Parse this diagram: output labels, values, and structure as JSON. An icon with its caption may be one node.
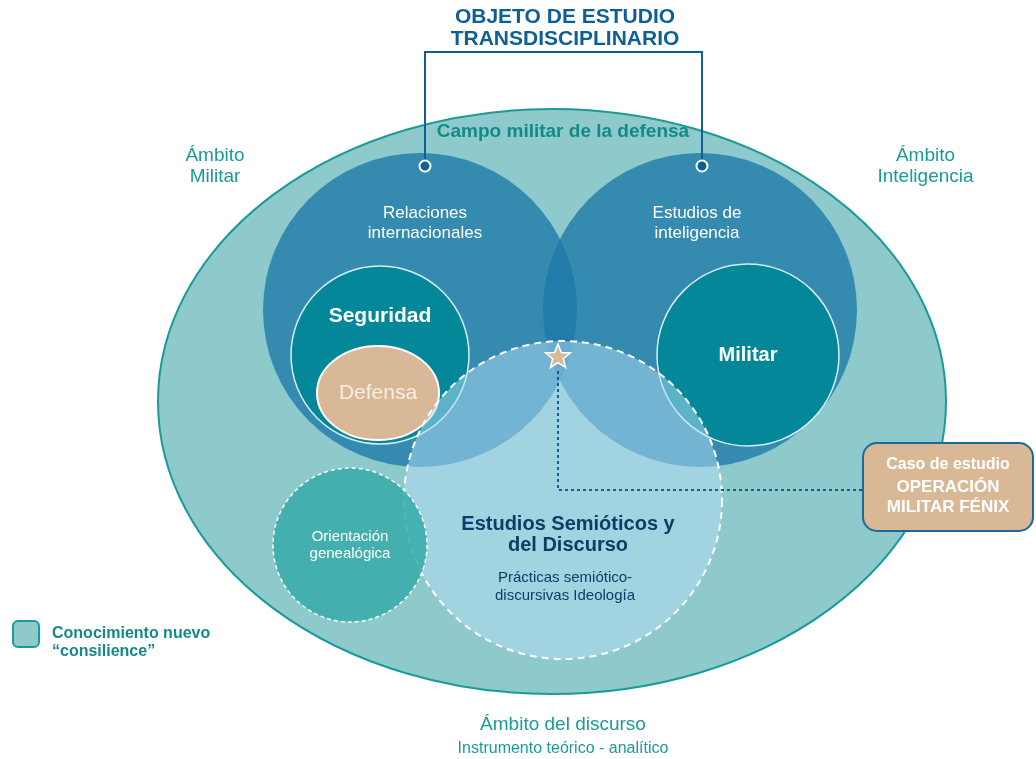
{
  "diagram": {
    "nodes": [
      {
        "text": [
          "Campo militar de la defensa"
        ]
      },
      {
        "text": [
          "Relaciones internacionales"
        ],
        "in": 0
      },
      {
        "text": [
          "Seguridad"
        ],
        "in": 1
      },
      {
        "text": [
          "Defensa"
        ],
        "in": 2
      },
      {
        "text": [
          "Estudios de inteligencia"
        ],
        "in": 0
      },
      {
        "text": [
          "Militar"
        ],
        "in": 4
      },
      {
        "text": [
          "Estudios Semióticos y del Discurso",
          "Prácticas semiótico-discursivas Ideología"
        ],
        "in": 0
      },
      {
        "text": [
          "Orientación genealógica"
        ],
        "in": 0
      },
      {
        "text": [
          "OBJETO DE ESTUDIO TRANSDISCIPLINARIO"
        ]
      },
      {
        "text": [],
        "shape": "star"
      },
      {
        "text": [
          "Caso de estudio",
          "OPERACIÓN MILITAR FÉNIX"
        ]
      }
    ],
    "edges": [
      {
        "from": 8,
        "to": 1,
        "arrow": "other"
      },
      {
        "from": 8,
        "to": 4,
        "arrow": "other"
      },
      {
        "from": 10,
        "to": 9,
        "arrow": "none",
        "style": "dashed"
      }
    ],
    "labels": [
      "Ámbito Militar",
      "Ámbito Inteligencia",
      "Ámbito del discurso",
      "Instrumento teórico - analítico"
    ],
    "legend": [
      {
        "text": "Conocimiento nuevo “consilience”",
        "color": "#8ecacb"
      }
    ]
  }
}
